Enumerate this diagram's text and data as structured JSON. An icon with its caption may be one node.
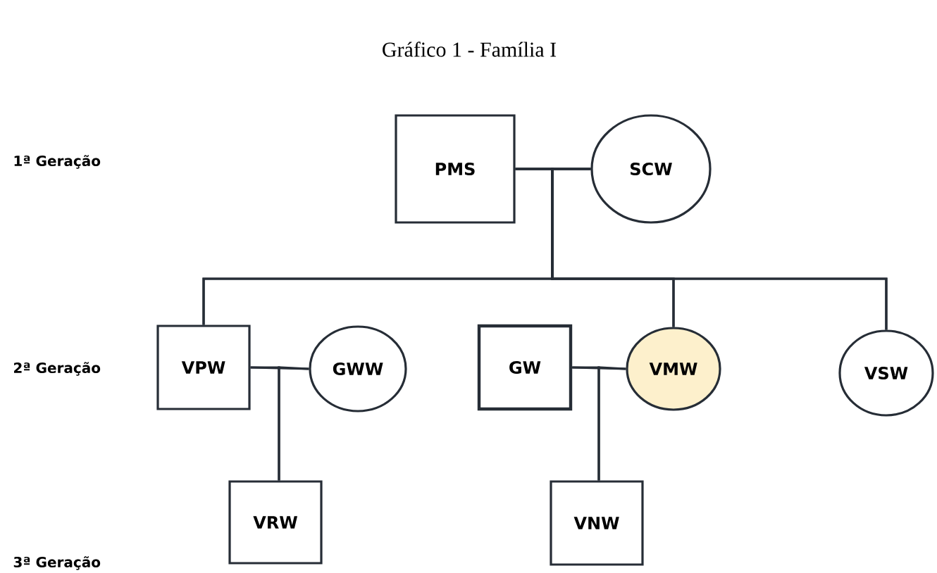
{
  "diagram": {
    "title": "Gráfico 1 - Família I",
    "nodes": [
      {
        "text": [
          "PMS"
        ]
      },
      {
        "text": [
          "SCW"
        ]
      },
      {
        "text": [
          "VPW"
        ]
      },
      {
        "text": [
          "GWW"
        ]
      },
      {
        "text": [
          "GW"
        ]
      },
      {
        "text": [
          "VMW"
        ]
      },
      {
        "text": [
          "VSW"
        ]
      },
      {
        "text": [
          "VRW"
        ]
      },
      {
        "text": [
          "VNW"
        ]
      }
    ],
    "edges": [
      {
        "from": 0,
        "to": 1,
        "arrow": "none"
      },
      {
        "from": 2,
        "to": 3,
        "arrow": "none"
      },
      {
        "from": 4,
        "to": 5,
        "arrow": "none"
      },
      {
        "from": 0,
        "to": 2,
        "arrow": "none"
      },
      {
        "from": 1,
        "to": 2,
        "arrow": "none"
      },
      {
        "from": 0,
        "to": 5,
        "arrow": "none"
      },
      {
        "from": 1,
        "to": 5,
        "arrow": "none"
      },
      {
        "from": 0,
        "to": 6,
        "arrow": "none"
      },
      {
        "from": 1,
        "to": 6,
        "arrow": "none"
      },
      {
        "from": 2,
        "to": 7,
        "arrow": "none"
      },
      {
        "from": 3,
        "to": 7,
        "arrow": "none"
      },
      {
        "from": 4,
        "to": 8,
        "arrow": "none"
      },
      {
        "from": 5,
        "to": 8,
        "arrow": "none"
      }
    ],
    "labels": [
      "1ª Geração",
      "2ª Geração",
      "3ª Geração"
    ]
  }
}
